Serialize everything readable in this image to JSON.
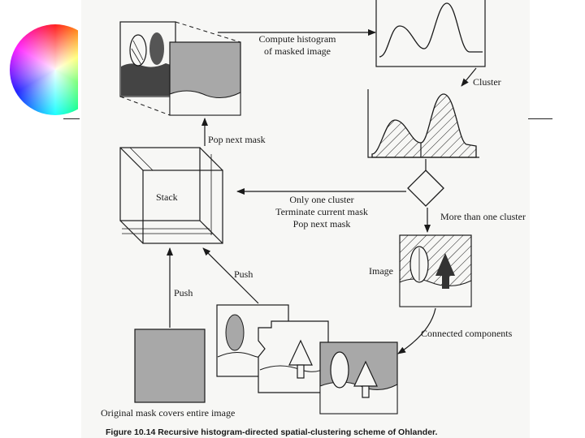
{
  "labels": {
    "compute_histogram_1": "Compute histogram",
    "compute_histogram_2": "of masked image",
    "cluster": "Cluster",
    "pop_next_mask": "Pop next mask",
    "stack": "Stack",
    "only_one_1": "Only one cluster",
    "only_one_2": "Terminate current mask",
    "only_one_3": "Pop next mask",
    "more_than_one": "More than one cluster",
    "image": "Image",
    "push_right": "Push",
    "push_left": "Push",
    "connected_components": "Connected components",
    "original_mask": "Original mask covers entire image"
  },
  "caption": "Figure 10.14 Recursive histogram-directed spatial-clustering scheme of Ohlander.",
  "colors": {
    "ink": "#1a1a1a",
    "paper": "#f7f7f5",
    "mask_gray": "#a8a8a8",
    "dark_gray": "#444444"
  }
}
